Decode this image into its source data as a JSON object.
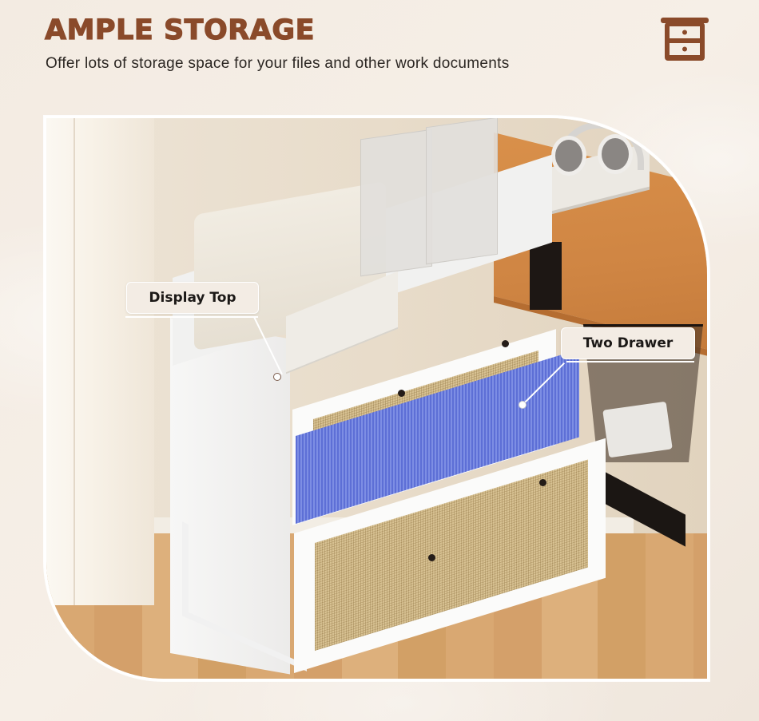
{
  "header": {
    "title": "AMPLE STORAGE",
    "subtitle": "Offer lots of storage space for your files and other work documents",
    "icon": "cabinet-drawer-icon",
    "accent_color": "#8a4a2a"
  },
  "photo": {
    "description": "White two-drawer file cabinet with rattan drawer fronts, printer and file organizers on top, beside a wooden desk and mesh wastebasket",
    "callouts": [
      {
        "id": "display-top",
        "label": "Display Top"
      },
      {
        "id": "two-drawer",
        "label": "Two Drawer"
      }
    ]
  },
  "colors": {
    "background": "#f4ede5",
    "callout_bg": "#f3ece4",
    "callout_text": "#1c1917",
    "rattan": "#d8c293",
    "files_blue": "#6b7de0"
  }
}
